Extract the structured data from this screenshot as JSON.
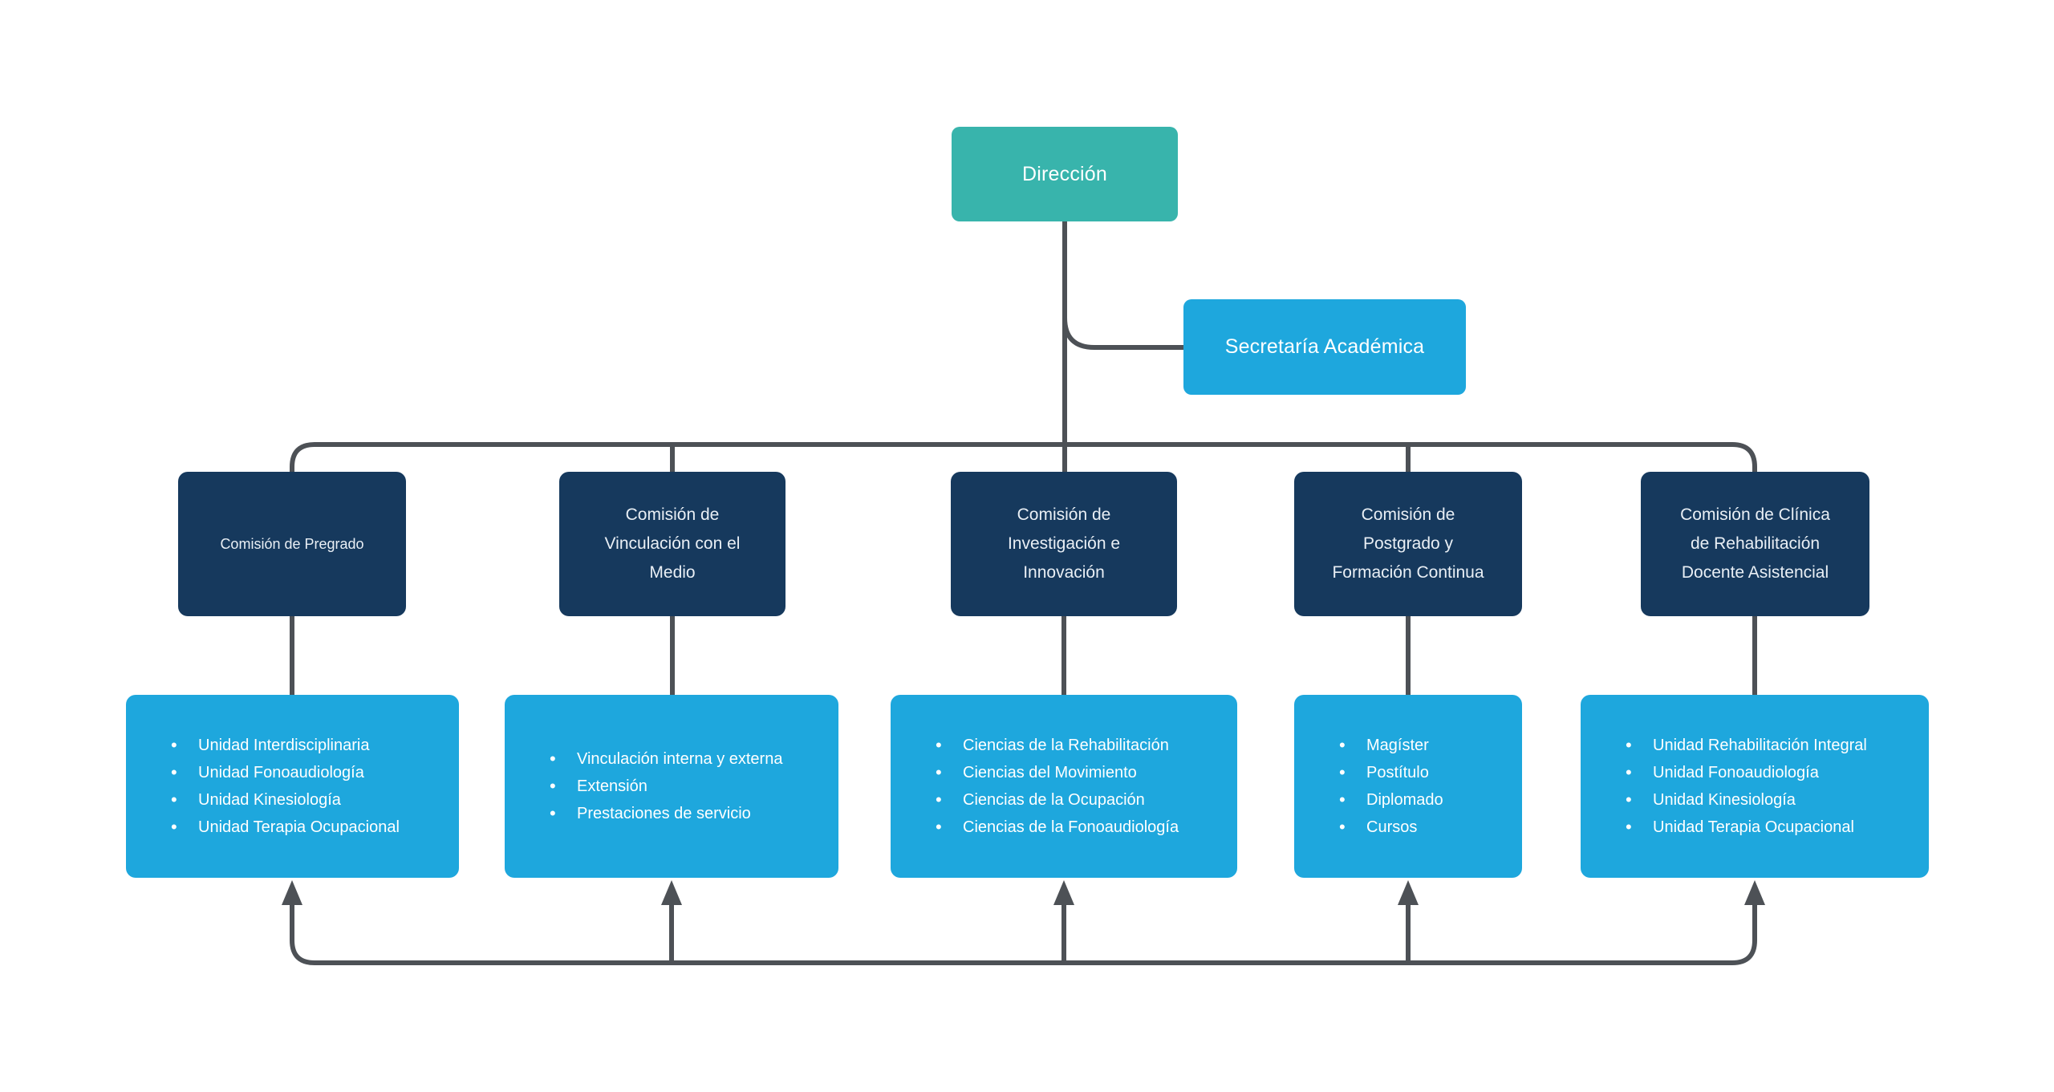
{
  "palette": {
    "root_teal": "#38B4AC",
    "box_blue": "#1EA7DD",
    "box_navy": "#16395D",
    "connector_gray": "#4D5156",
    "background": "#FFFFFF",
    "text_white": "#FFFFFF"
  },
  "org": {
    "direccion": {
      "label": "Dirección"
    },
    "secretaria": {
      "label": "Secretaría Académica"
    },
    "comisiones": [
      {
        "label": "Comisión de Pregrado",
        "unidades": [
          "Unidad Interdisciplinaria",
          "Unidad Fonoaudiología",
          "Unidad Kinesiología",
          "Unidad Terapia Ocupacional"
        ]
      },
      {
        "label": "Comisión de\nVinculación con el\nMedio",
        "unidades": [
          "Vinculación interna y externa",
          "Extensión",
          "Prestaciones de servicio"
        ]
      },
      {
        "label": "Comisión de\nInvestigación e\nInnovación",
        "unidades": [
          "Ciencias de la Rehabilitación",
          "Ciencias del Movimiento",
          "Ciencias de la Ocupación",
          "Ciencias de la Fonoaudiología"
        ]
      },
      {
        "label": "Comisión de\nPostgrado y\nFormación Continua",
        "unidades": [
          "Magíster",
          "Postítulo",
          "Diplomado",
          "Cursos"
        ]
      },
      {
        "label": "Comisión de Clínica\nde Rehabilitación\nDocente Asistencial",
        "unidades": [
          "Unidad Rehabilitación Integral",
          "Unidad Fonoaudiología",
          "Unidad Kinesiología",
          "Unidad Terapia Ocupacional"
        ]
      }
    ]
  }
}
